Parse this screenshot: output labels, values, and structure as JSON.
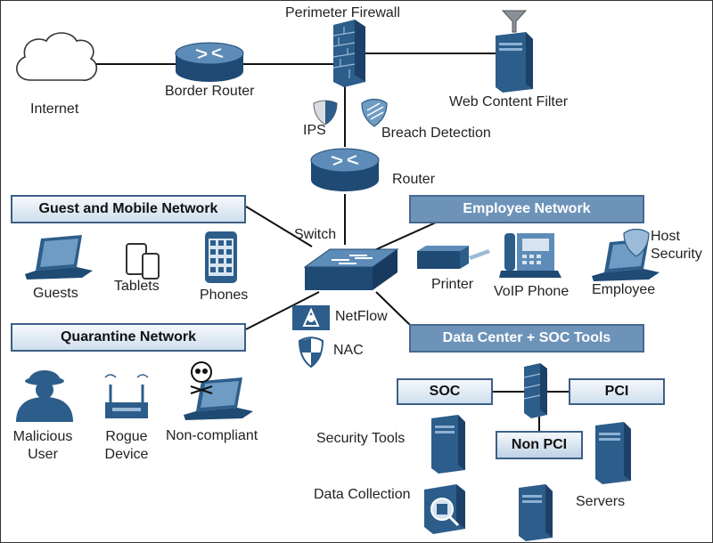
{
  "labels": {
    "internet": "Internet",
    "border_router": "Border Router",
    "perimeter_firewall": "Perimeter Firewall",
    "web_content_filter": "Web Content Filter",
    "ips": "IPS",
    "breach_detection": "Breach Detection",
    "router": "Router",
    "switch": "Switch",
    "guests": "Guests",
    "tablets": "Tablets",
    "phones": "Phones",
    "printer": "Printer",
    "voip_phone": "VoIP Phone",
    "employee": "Employee",
    "host_security": "Host\nSecurity",
    "netflow": "NetFlow",
    "nac": "NAC",
    "malicious_user": "Malicious\nUser",
    "rogue_device": "Rogue\nDevice",
    "non_compliant": "Non-compliant",
    "security_tools": "Security Tools",
    "data_collection": "Data Collection",
    "servers": "Servers"
  },
  "boxes": {
    "guest_mobile": "Guest and Mobile Network",
    "employee_network": "Employee Network",
    "quarantine": "Quarantine Network",
    "data_center": "Data Center + SOC Tools",
    "soc": "SOC",
    "pci": "PCI",
    "non_pci": "Non PCI"
  },
  "colors": {
    "device_blue": "#2d5d8a",
    "device_light": "#6f9cc4",
    "box_dark": "#6e93b9",
    "line": "#111111"
  }
}
